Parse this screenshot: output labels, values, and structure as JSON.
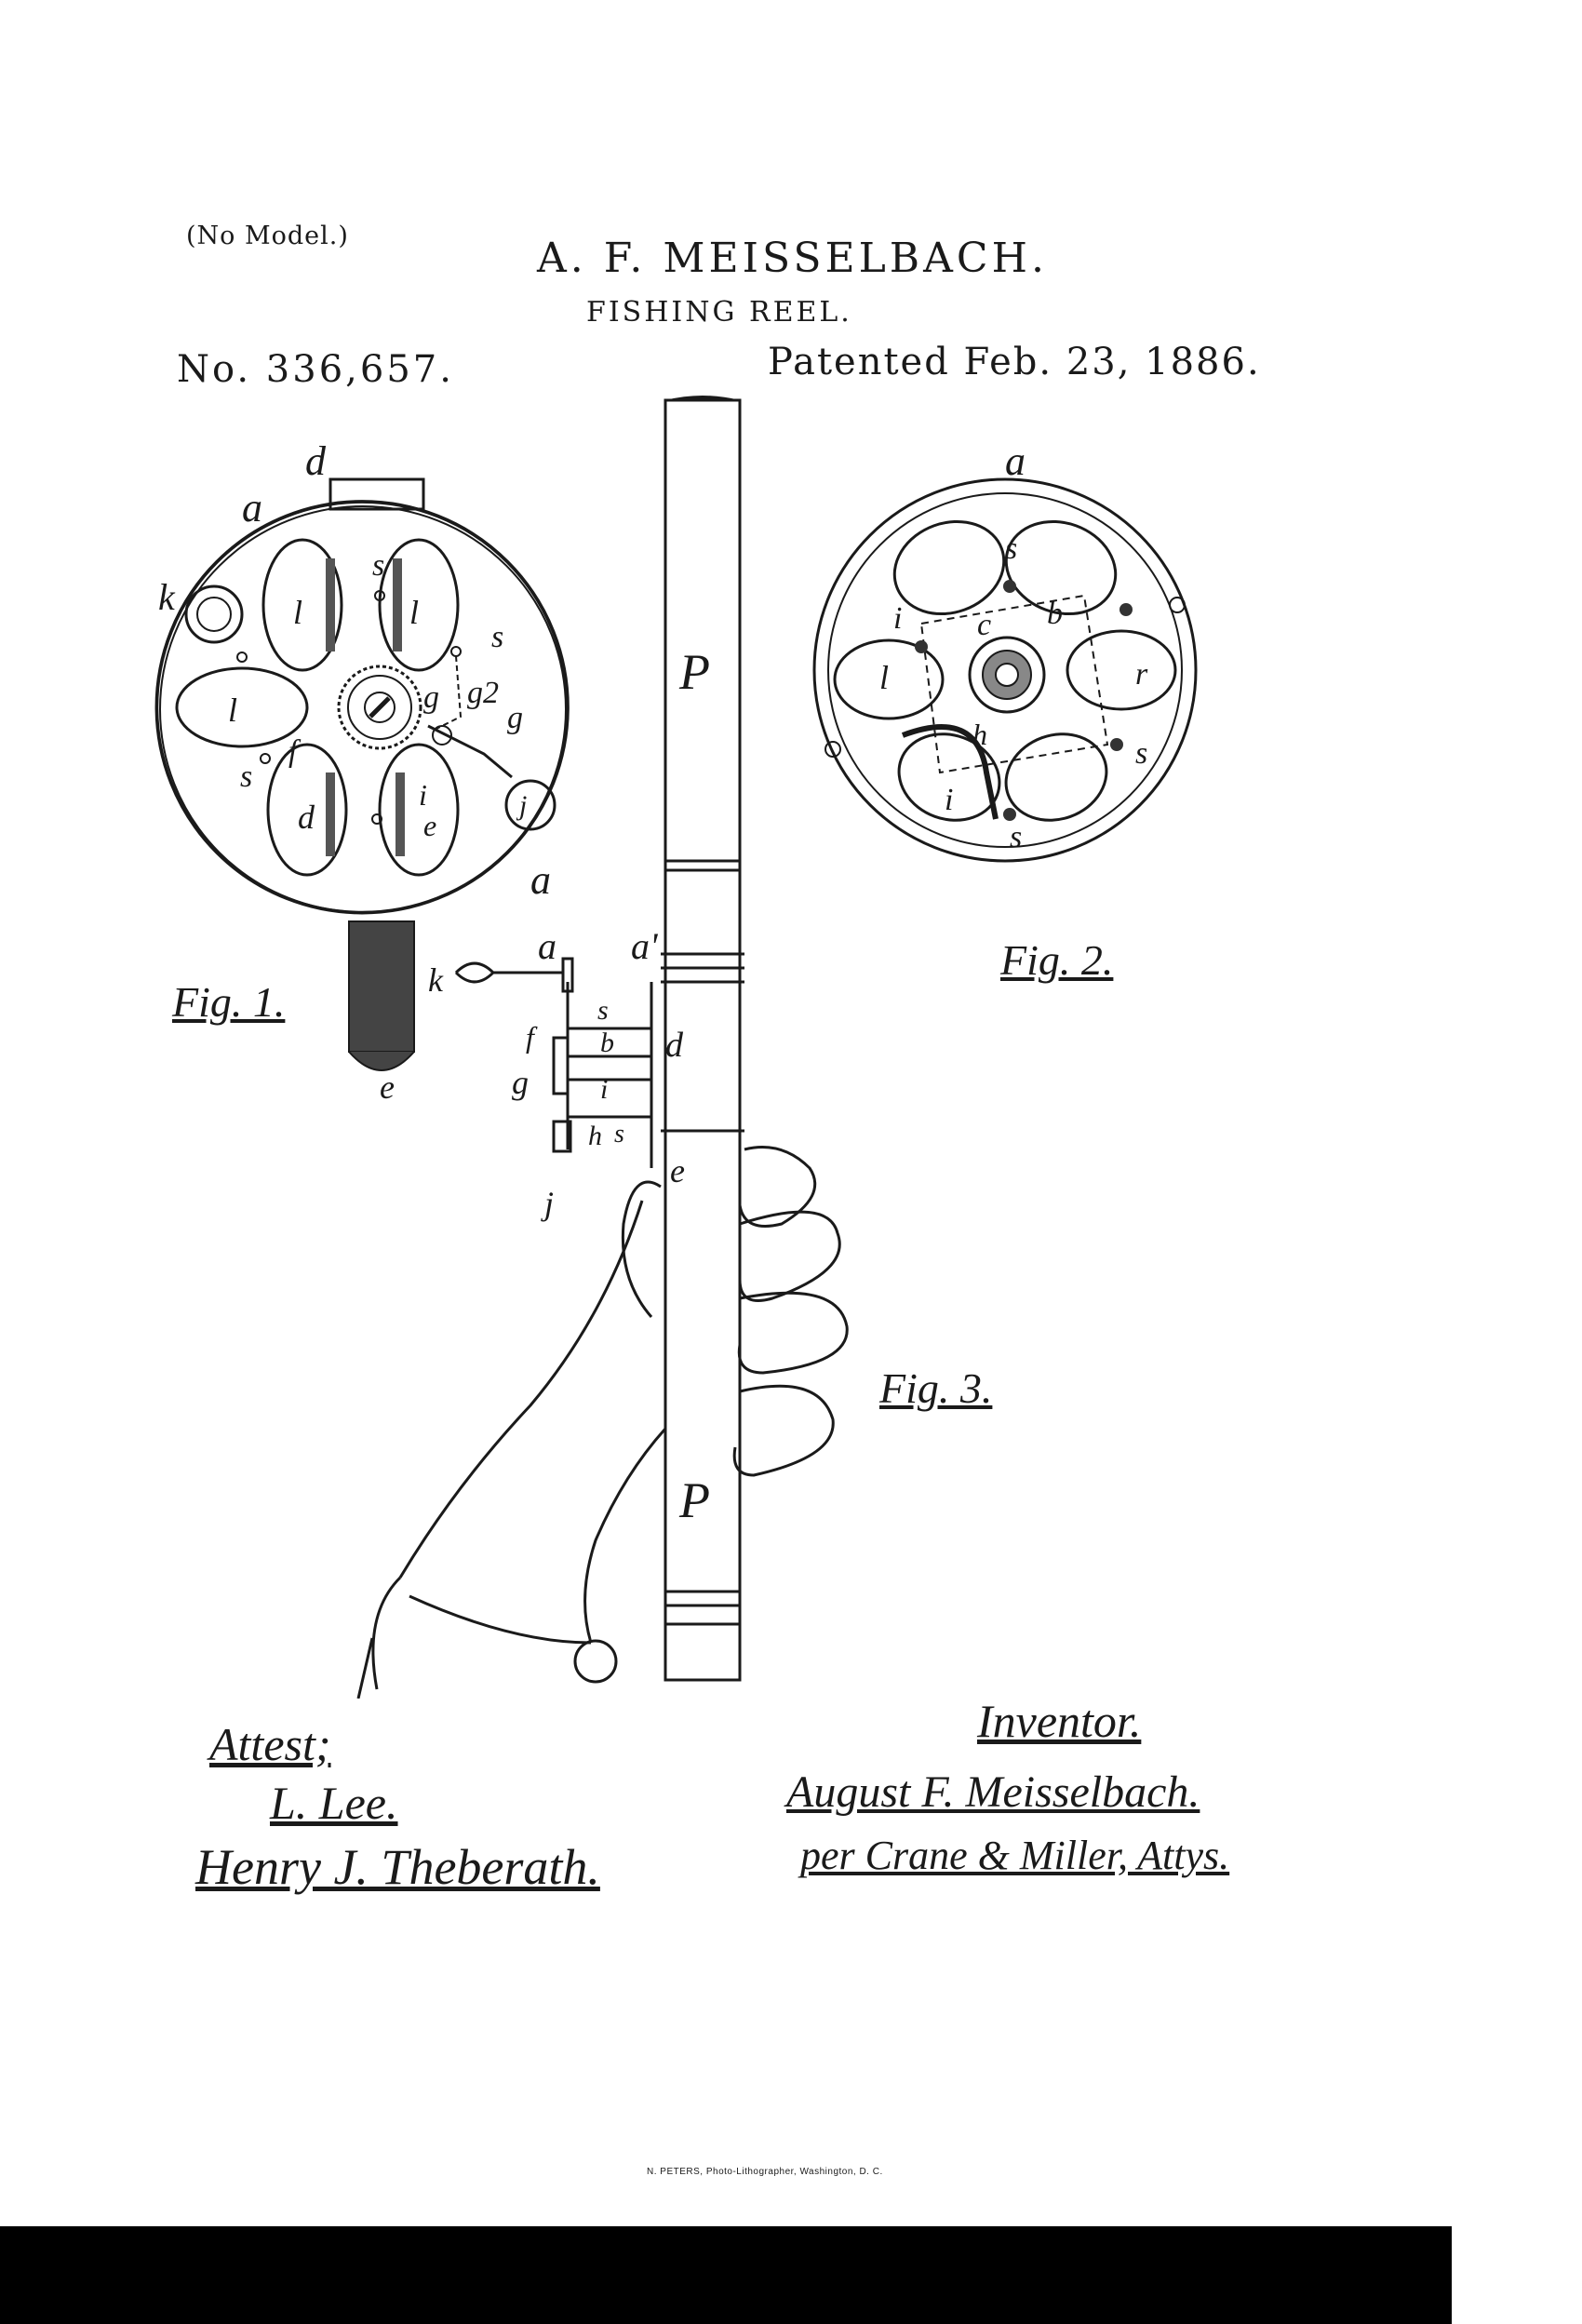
{
  "header": {
    "no_model": "(No Model.)",
    "inventor": "A. F. MEISSELBACH.",
    "title": "FISHING REEL.",
    "patent_number": "No. 336,657.",
    "patent_date": "Patented Feb. 23, 1886."
  },
  "figures": {
    "fig1": {
      "caption": "Fig. 1.",
      "labels": [
        "a",
        "d",
        "k",
        "l",
        "l",
        "s",
        "s",
        "l",
        "g",
        "g2",
        "g",
        "s",
        "f",
        "d",
        "i",
        "e",
        "j",
        "a",
        "e"
      ]
    },
    "fig2": {
      "caption": "Fig. 2.",
      "labels": [
        "a",
        "s",
        "i",
        "c",
        "b",
        "l",
        "r",
        "h",
        "s",
        "i",
        "s"
      ]
    },
    "fig3": {
      "caption": "Fig. 3.",
      "labels": [
        "P",
        "a",
        "a'",
        "k",
        "s",
        "f",
        "b",
        "d",
        "g",
        "i",
        "h",
        "s",
        "j",
        "e",
        "P"
      ]
    }
  },
  "signatures": {
    "attest_label": "Attest;",
    "witness_1": "L. Lee.",
    "witness_2": "Henry J. Theberath.",
    "inventor_label": "Inventor.",
    "inventor_name": "August F. Meisselbach.",
    "attorneys": "per Crane & Miller, Attys."
  },
  "footer": {
    "printer": "N. PETERS, Photo-Lithographer, Washington, D. C."
  }
}
